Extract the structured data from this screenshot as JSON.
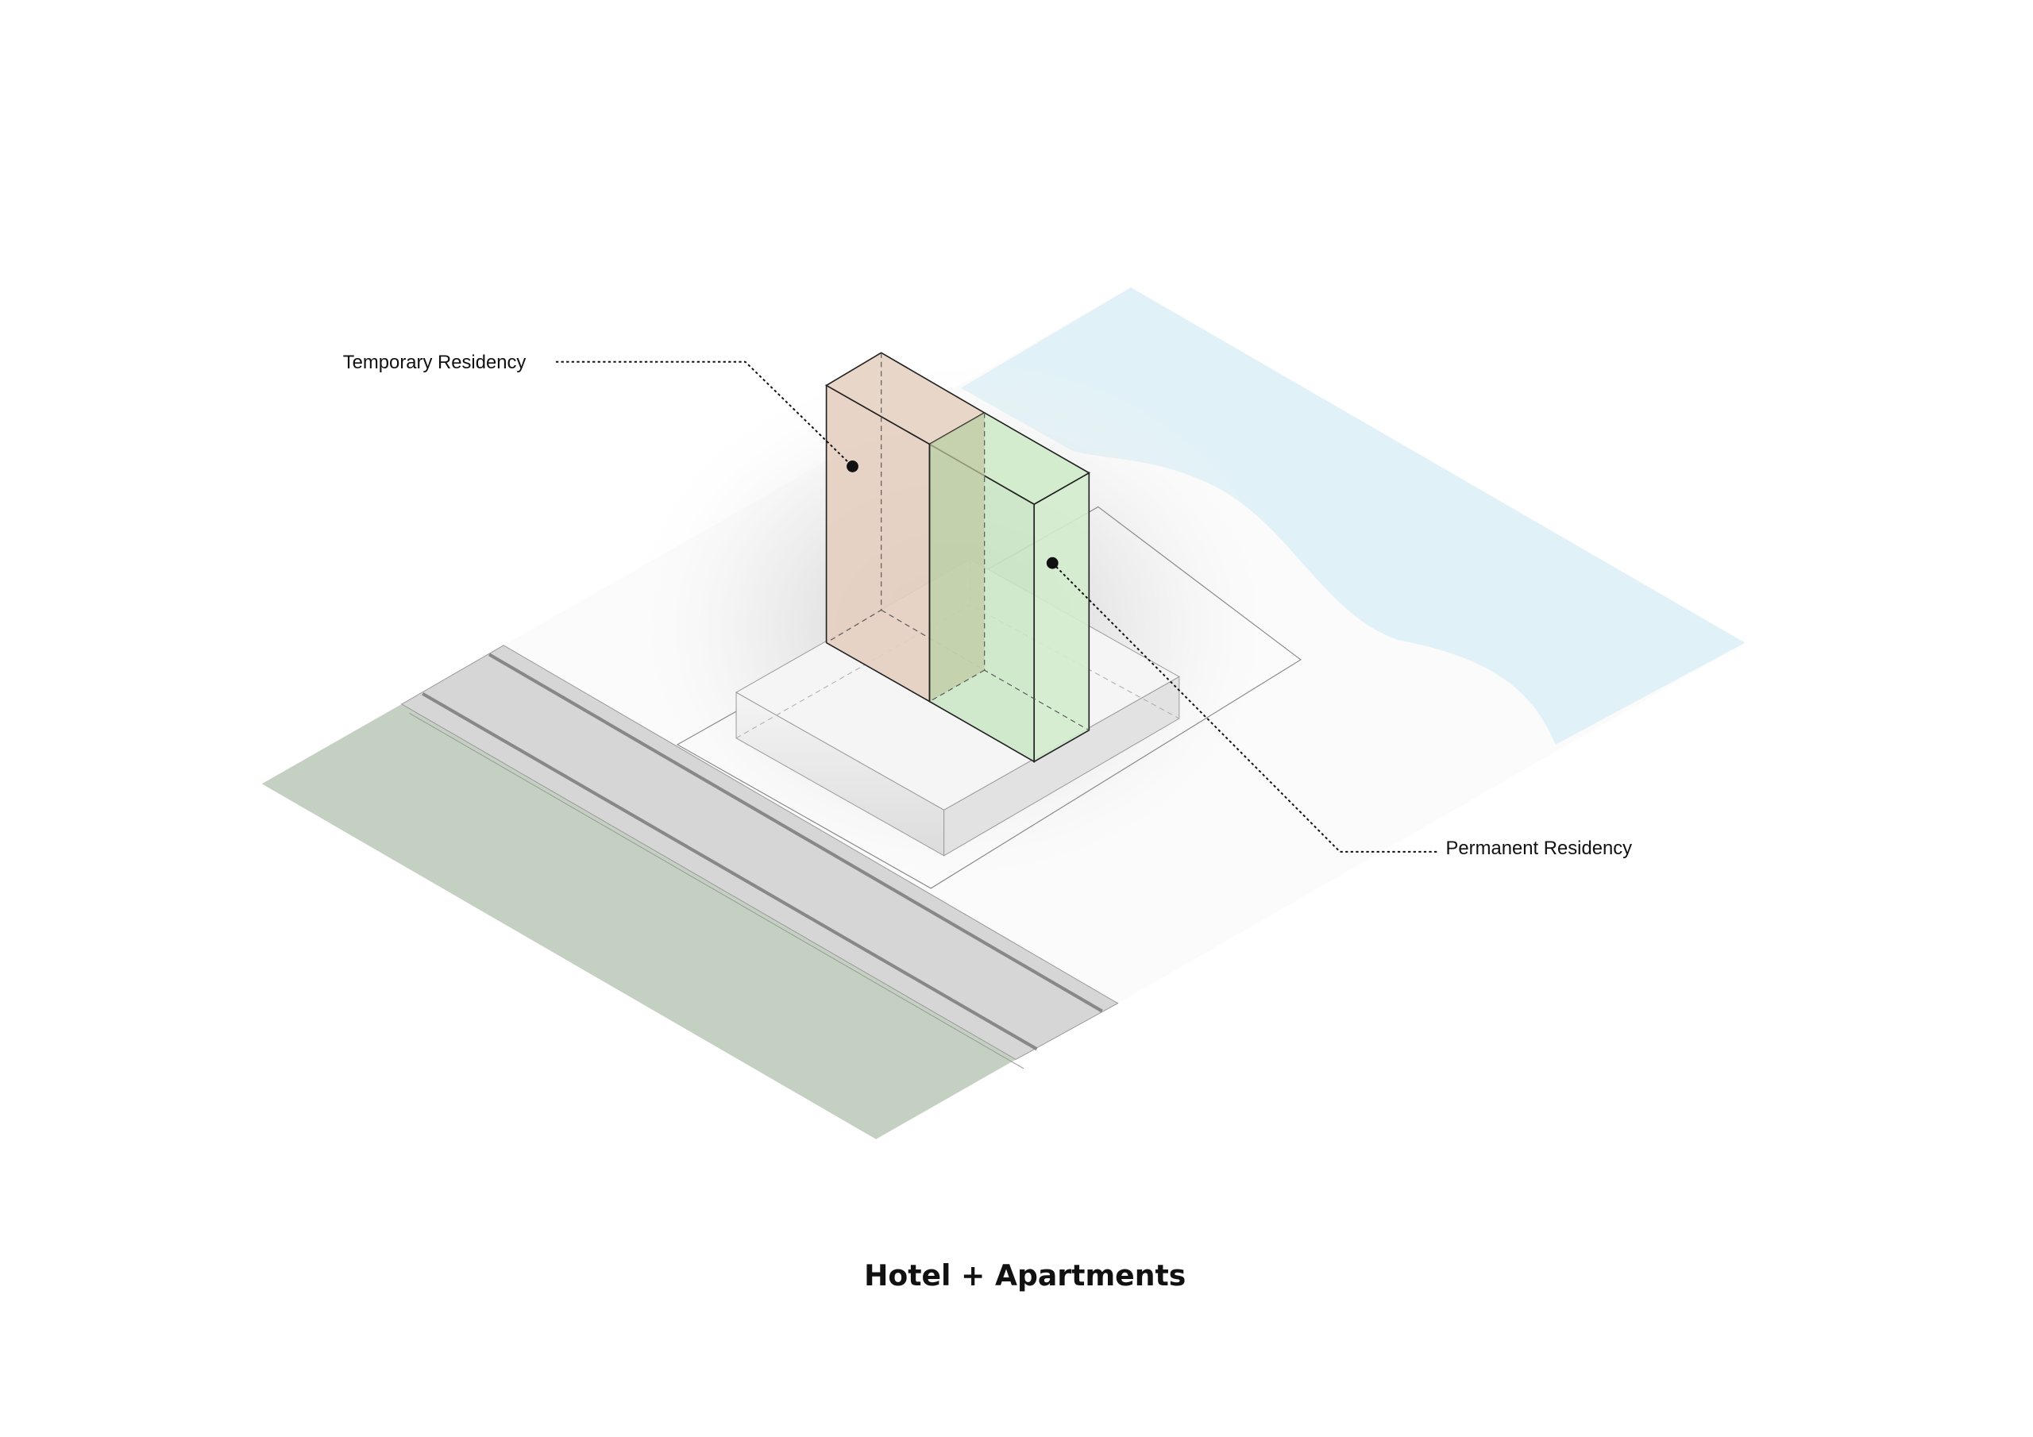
{
  "title": "Hotel + Apartments",
  "labels": {
    "temporary": "Temporary Residency",
    "permanent": "Permanent Residency"
  },
  "colors": {
    "temporary": "#e5cfc0",
    "permanent": "#c9e6c4",
    "water": "#e0f1f7",
    "field": "#c4d0c1",
    "road": "#d6d6d6"
  }
}
